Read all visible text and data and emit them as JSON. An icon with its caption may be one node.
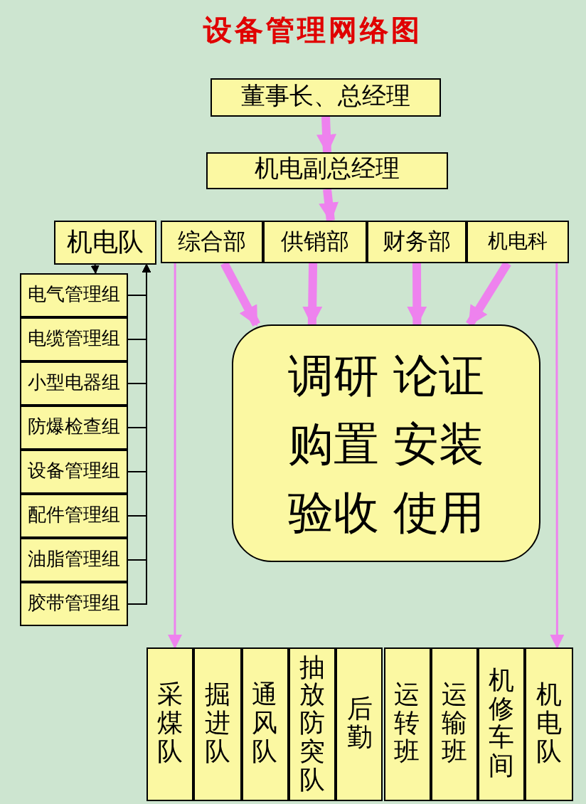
{
  "diagram": {
    "title": "设备管理网络图",
    "nodes": [
      {
        "text": [
          "董事长、总经理"
        ]
      },
      {
        "text": [
          "机电副总经理"
        ]
      },
      {
        "text": [
          "机电队"
        ]
      },
      {
        "text": [
          "综合部"
        ]
      },
      {
        "text": [
          "供销部"
        ]
      },
      {
        "text": [
          "财务部"
        ]
      },
      {
        "text": [
          "机电科"
        ]
      },
      {
        "text": [
          "调研 论证",
          "购置 安装",
          "验收 使用"
        ]
      },
      {
        "text": [
          "电气管理组"
        ]
      },
      {
        "text": [
          "电缆管理组"
        ]
      },
      {
        "text": [
          "小型电器组"
        ]
      },
      {
        "text": [
          "防爆检查组"
        ]
      },
      {
        "text": [
          "设备管理组"
        ]
      },
      {
        "text": [
          "配件管理组"
        ]
      },
      {
        "text": [
          "油脂管理组"
        ]
      },
      {
        "text": [
          "胶带管理组"
        ]
      },
      {
        "text": [
          "采煤队"
        ]
      },
      {
        "text": [
          "掘进队"
        ]
      },
      {
        "text": [
          "通风队"
        ]
      },
      {
        "text": [
          "抽放防突队"
        ]
      },
      {
        "text": [
          "后勤"
        ]
      },
      {
        "text": [
          "运转班"
        ]
      },
      {
        "text": [
          "运输班"
        ]
      },
      {
        "text": [
          "机修车间"
        ]
      },
      {
        "text": [
          "机电队"
        ]
      }
    ],
    "edges": [
      {
        "from": 0,
        "to": 1,
        "arrow": "to",
        "style": "thick",
        "color": "#ee82ee"
      },
      {
        "from": 1,
        "to": 4,
        "arrow": "to",
        "style": "thick",
        "color": "#ee82ee"
      },
      {
        "from": 3,
        "to": 7,
        "arrow": "to",
        "style": "thick",
        "color": "#ee82ee"
      },
      {
        "from": 4,
        "to": 7,
        "arrow": "to",
        "style": "thick",
        "color": "#ee82ee"
      },
      {
        "from": 5,
        "to": 7,
        "arrow": "to",
        "style": "thick",
        "color": "#ee82ee"
      },
      {
        "from": 6,
        "to": 7,
        "arrow": "to",
        "style": "thick",
        "color": "#ee82ee"
      },
      {
        "from": 3,
        "to": 16,
        "arrow": "to",
        "color": "#ee82ee"
      },
      {
        "from": 6,
        "to": 24,
        "arrow": "to",
        "color": "#ee82ee"
      },
      {
        "from": 2,
        "to": 8,
        "arrow": "to"
      },
      {
        "from": 8,
        "to": 2,
        "arrow": "to"
      },
      {
        "from": 9,
        "to": 2,
        "arrow": "to"
      },
      {
        "from": 10,
        "to": 2,
        "arrow": "to"
      },
      {
        "from": 11,
        "to": 2,
        "arrow": "to"
      },
      {
        "from": 12,
        "to": 2,
        "arrow": "to"
      },
      {
        "from": 13,
        "to": 2,
        "arrow": "to"
      },
      {
        "from": 14,
        "to": 2,
        "arrow": "to"
      },
      {
        "from": 15,
        "to": 2,
        "arrow": "to"
      }
    ]
  }
}
